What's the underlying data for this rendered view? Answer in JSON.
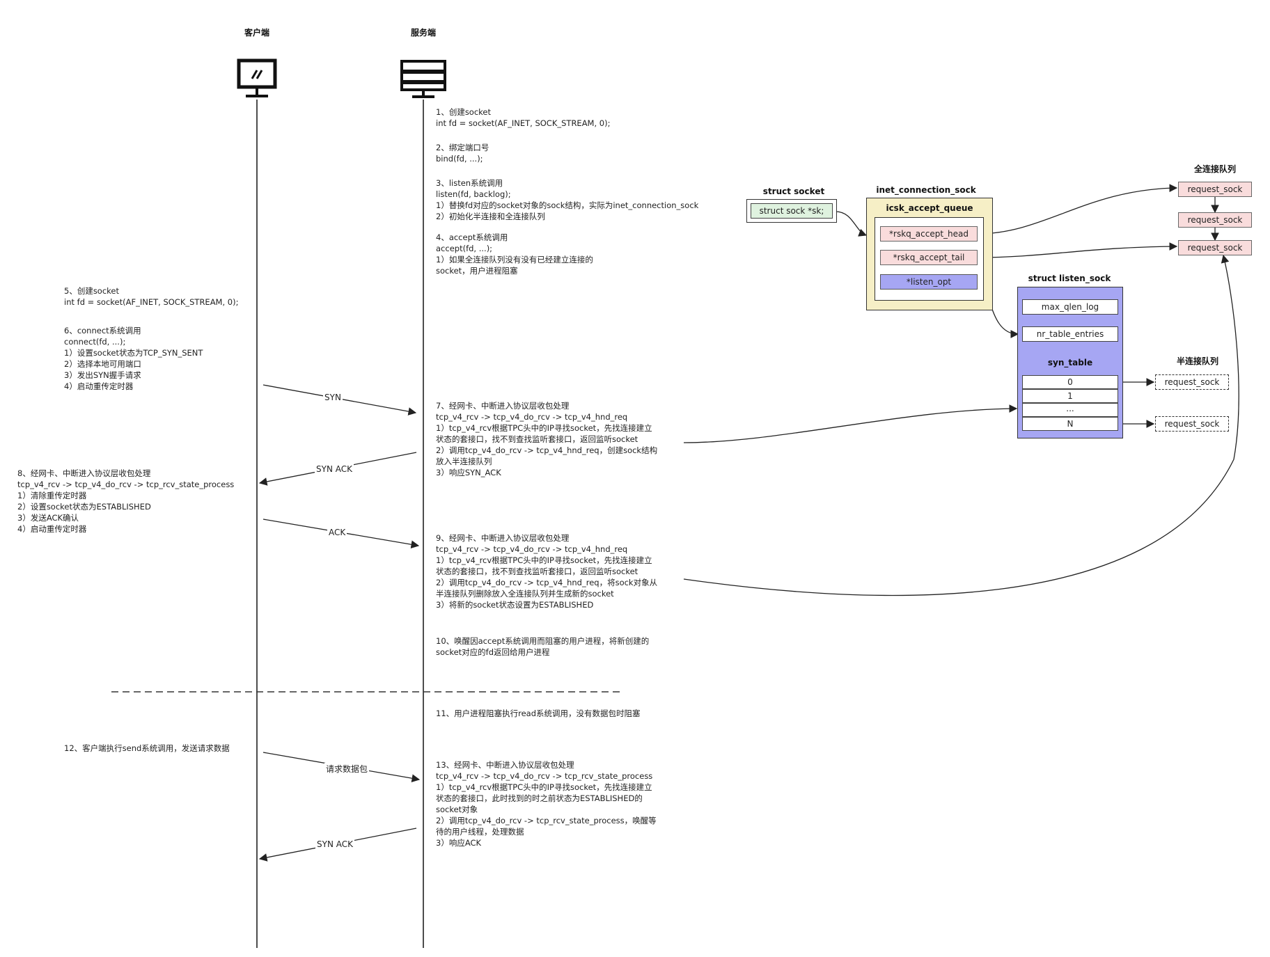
{
  "columns": {
    "client_label": "客户端",
    "server_label": "服务端"
  },
  "icons": {
    "client": "monitor-icon",
    "server": "server-icon"
  },
  "colors": {
    "queue_container": "#f6efc6",
    "listen_sock": "#a6a6f3",
    "request_sock": "#f9dcdc",
    "struct_sock_field": "#dff2df"
  },
  "server_steps": {
    "s1": "1、创建socket\nint fd = socket(AF_INET, SOCK_STREAM, 0);",
    "s2": "2、绑定端口号\nbind(fd, ...);",
    "s3": "3、listen系统调用\nlisten(fd, backlog);\n1）替换fd对应的socket对象的sock结构，实际为inet_connection_sock\n2）初始化半连接和全连接队列",
    "s4": "4、accept系统调用\naccept(fd, ...);\n1）如果全连接队列没有没有已经建立连接的\nsocket，用户进程阻塞",
    "s7": "7、经网卡、中断进入协议层收包处理\ntcp_v4_rcv -> tcp_v4_do_rcv -> tcp_v4_hnd_req\n1）tcp_v4_rcv根据TPC头中的IP寻找socket，先找连接建立\n状态的套接口，找不到查找监听套接口，返回监听socket\n2）调用tcp_v4_do_rcv -> tcp_v4_hnd_req，创建sock结构\n放入半连接队列\n3）响应SYN_ACK",
    "s9": "9、经网卡、中断进入协议层收包处理\ntcp_v4_rcv -> tcp_v4_do_rcv -> tcp_v4_hnd_req\n1）tcp_v4_rcv根据TPC头中的IP寻找socket，先找连接建立\n状态的套接口，找不到查找监听套接口，返回监听socket\n2）调用tcp_v4_do_rcv -> tcp_v4_hnd_req，将sock对象从\n半连接队列删除放入全连接队列并生成新的socket\n3）将新的socket状态设置为ESTABLISHED",
    "s10": "10、唤醒因accept系统调用而阻塞的用户进程，将新创建的\nsocket对应的fd返回给用户进程",
    "s11": "11、用户进程阻塞执行read系统调用，没有数据包时阻塞",
    "s13": "13、经网卡、中断进入协议层收包处理\ntcp_v4_rcv -> tcp_v4_do_rcv -> tcp_rcv_state_process\n1）tcp_v4_rcv根据TPC头中的IP寻找socket，先找连接建立\n状态的套接口，此时找到的时之前状态为ESTABLISHED的\nsocket对象\n2）调用tcp_v4_do_rcv -> tcp_rcv_state_process，唤醒等\n待的用户线程，处理数据\n3）响应ACK"
  },
  "client_steps": {
    "s5": "5、创建socket\nint fd = socket(AF_INET, SOCK_STREAM, 0);",
    "s6": "6、connect系统调用\nconnect(fd, ...);\n1）设置socket状态为TCP_SYN_SENT\n2）选择本地可用端口\n3）发出SYN握手请求\n4）启动重传定时器",
    "s8": "8、经网卡、中断进入协议层收包处理\ntcp_v4_rcv -> tcp_v4_do_rcv -> tcp_rcv_state_process\n1）清除重传定时器\n2）设置socket状态为ESTABLISHED\n3）发送ACK确认\n4）启动重传定时器",
    "s12": "12、客户端执行send系统调用，发送请求数据"
  },
  "messages": {
    "syn": "SYN",
    "syn_ack_1": "SYN ACK",
    "ack": "ACK",
    "data": "请求数据包",
    "syn_ack_2": "SYN ACK"
  },
  "structs": {
    "socket": {
      "title": "struct socket",
      "field": "struct sock *sk;"
    },
    "inet_conn": {
      "title": "inet_connection_sock",
      "queue_title": "icsk_accept_queue",
      "head": "*rskq_accept_head",
      "tail": "*rskq_accept_tail",
      "listen_opt": "*listen_opt"
    },
    "listen_sock": {
      "title": "struct listen_sock",
      "max_qlen": "max_qlen_log",
      "nr_entries": "nr_table_entries",
      "syn_table": "syn_table",
      "rows": [
        "0",
        "1",
        "...",
        "N"
      ]
    },
    "accept_queue": {
      "title": "全连接队列",
      "items": [
        "request_sock",
        "request_sock",
        "request_sock"
      ]
    },
    "syn_queue": {
      "title": "半连接队列",
      "items": [
        "request_sock",
        "request_sock"
      ]
    }
  }
}
